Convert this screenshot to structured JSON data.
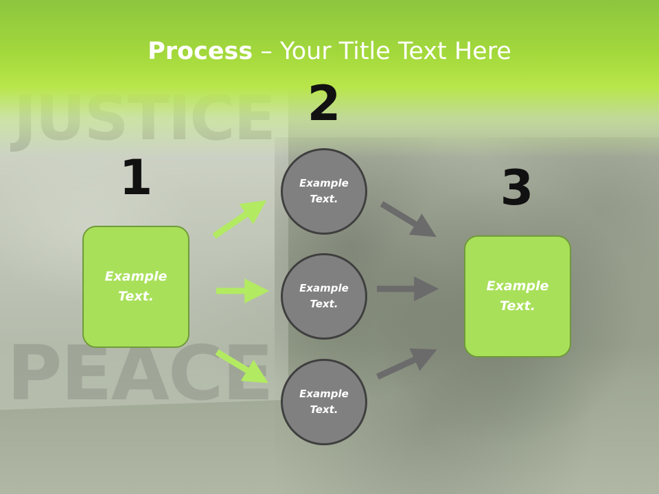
{
  "slide": {
    "title_bold": "Process",
    "title_rest": " – Your Title Text Here"
  },
  "steps": [
    {
      "number": "1",
      "box_label_line1": "Example",
      "box_label_line2": "Text."
    },
    {
      "number": "2"
    },
    {
      "number": "3",
      "box_label_line1": "Example",
      "box_label_line2": "Text."
    }
  ],
  "circles": [
    {
      "line1": "Example",
      "line2": "Text."
    },
    {
      "line1": "Example",
      "line2": "Text."
    },
    {
      "line1": "Example",
      "line2": "Text."
    }
  ],
  "colors": {
    "accent_green": "#a8e05a",
    "header_green": "#8cc63f",
    "circle_gray": "#808080",
    "arrow_gray": "#6b6b6b"
  }
}
